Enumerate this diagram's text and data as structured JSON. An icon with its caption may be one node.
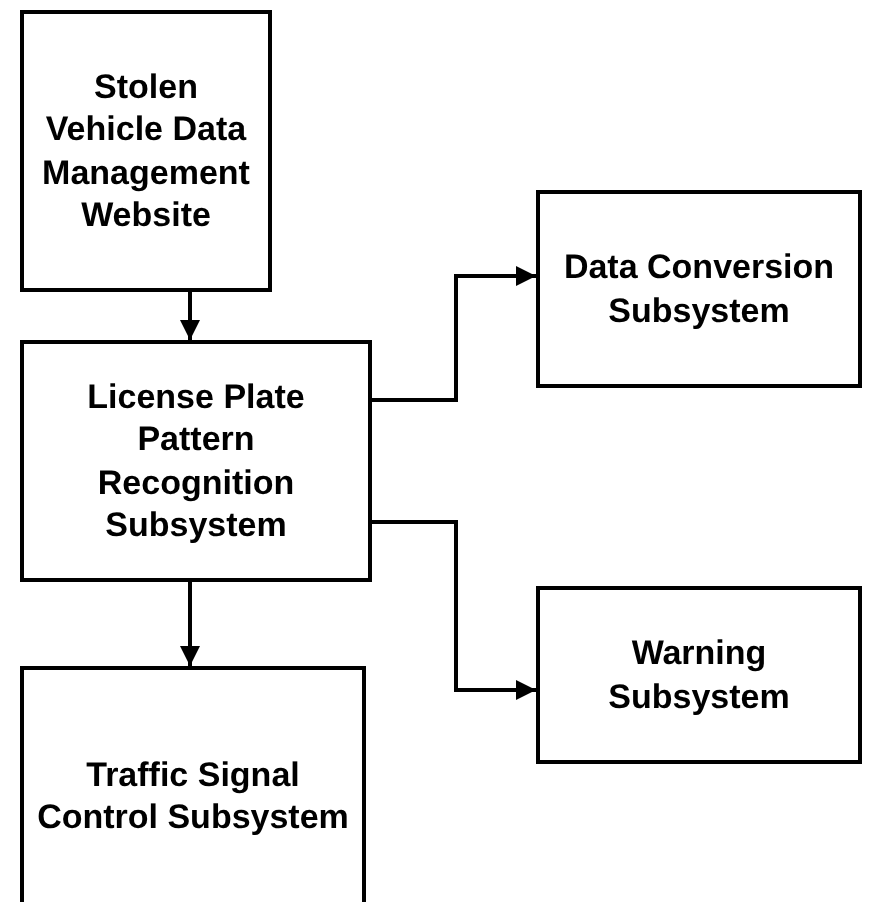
{
  "diagram": {
    "nodes": [
      {
        "text": [
          "Stolen Vehicle Data Management Website"
        ]
      },
      {
        "text": [
          "License Plate Pattern Recognition Subsystem"
        ]
      },
      {
        "text": [
          "Data Conversion Subsystem"
        ]
      },
      {
        "text": [
          "Warning Subsystem"
        ]
      },
      {
        "text": [
          "Traffic Signal Control Subsystem"
        ]
      }
    ],
    "edges": [
      {
        "from": 0,
        "to": 1,
        "arrow": "to"
      },
      {
        "from": 1,
        "to": 2,
        "arrow": "to"
      },
      {
        "from": 1,
        "to": 3,
        "arrow": "to"
      },
      {
        "from": 1,
        "to": 4,
        "arrow": "to"
      }
    ]
  }
}
